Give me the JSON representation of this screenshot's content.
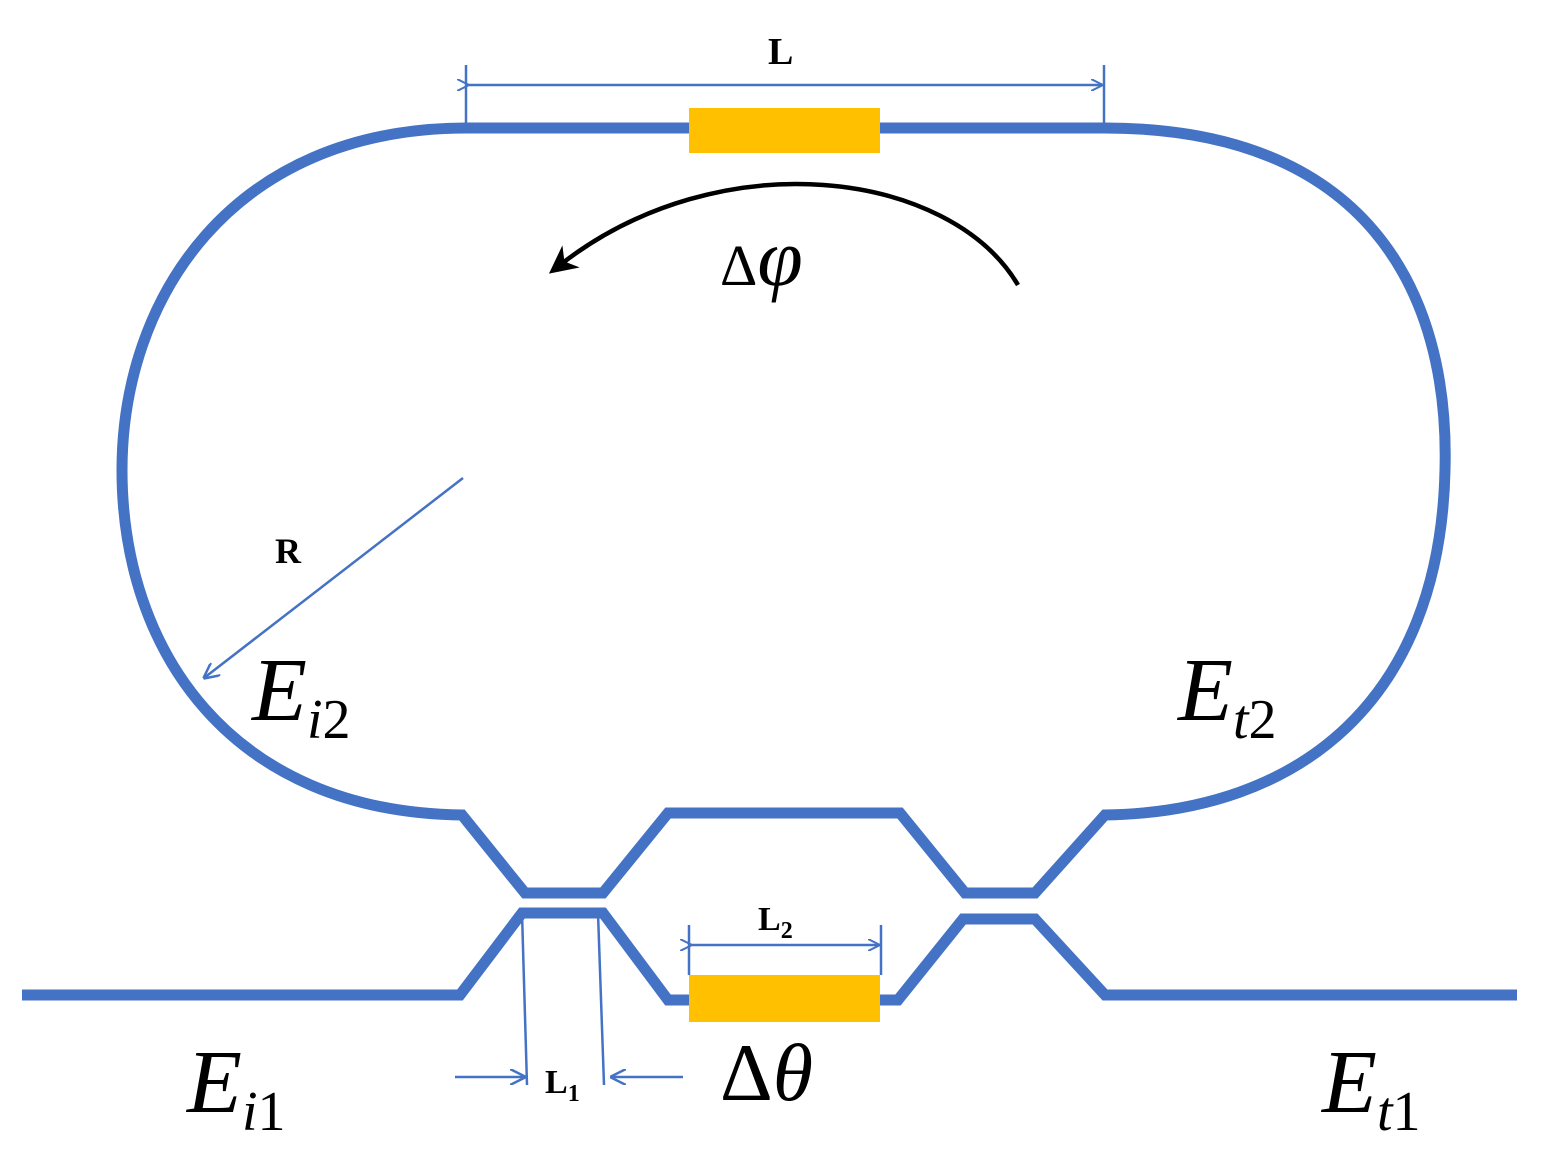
{
  "colors": {
    "waveguide": "#4472C4",
    "heater": "#FFC000",
    "arrow": "#000000",
    "text": "#000000"
  },
  "labels": {
    "L": "L",
    "L1_main": "L",
    "L1_sub": "1",
    "L2_main": "L",
    "L2_sub": "2",
    "R": "R",
    "delta_phi_sym": "Δ",
    "delta_phi_var": "φ",
    "delta_theta_sym": "Δ",
    "delta_theta_var": "θ",
    "Ei2_main": "E",
    "Ei2_sub_i": "i",
    "Ei2_sub_n": "2",
    "Et2_main": "E",
    "Et2_sub_i": "t",
    "Et2_sub_n": "2",
    "Ei1_main": "E",
    "Ei1_sub_i": "i",
    "Ei1_sub_n": "1",
    "Et1_main": "E",
    "Et1_sub_i": "t",
    "Et1_sub_n": "1"
  }
}
